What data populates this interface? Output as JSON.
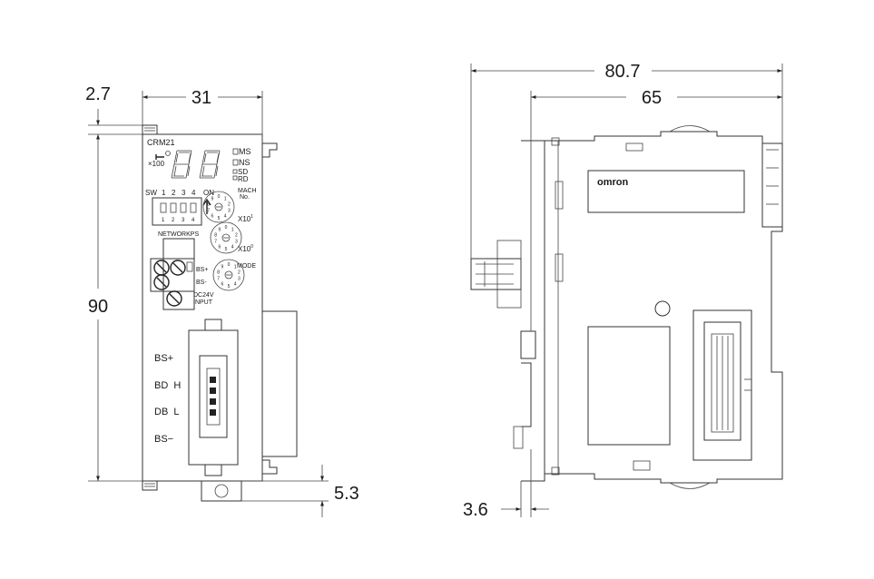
{
  "dimensions": {
    "front_left_offset": "2.7",
    "front_width": "31",
    "front_height": "90",
    "front_bottom_offset": "5.3",
    "side_total_depth": "80.7",
    "side_depth": "65",
    "side_left_offset": "3.6"
  },
  "front_panel": {
    "model": "CRM21",
    "x100": "×100",
    "ms": "MS",
    "ns": "NS",
    "sd": "SD",
    "rd": "RD",
    "sw": "SW",
    "sw_numbers_top": [
      "1",
      "2",
      "3",
      "4"
    ],
    "sw_numbers_bottom": [
      "1",
      "2",
      "3",
      "4"
    ],
    "on": "ON",
    "mach": "MACH",
    "no": "No.",
    "x10_1": "X10",
    "x10_1_exp": "1",
    "x10_0": "X10",
    "x10_0_exp": "0",
    "networkps": "NETWORKPS",
    "mode": "MODE",
    "bs_plus_small": "BS+",
    "bs_minus_small": "BS-",
    "dc24v": "DC24V",
    "input": "INPUT",
    "bs_plus": "BS+",
    "bd_h": "BD  H",
    "db_l": "DB  L",
    "bs_minus": "BS−",
    "dial_digits": [
      "0",
      "1",
      "2",
      "3",
      "4",
      "5",
      "6",
      "7",
      "8",
      "9"
    ]
  },
  "side_panel": {
    "brand": "omron"
  },
  "colors": {
    "line": "#333333",
    "text": "#1a1a1a",
    "background": "#ffffff"
  }
}
